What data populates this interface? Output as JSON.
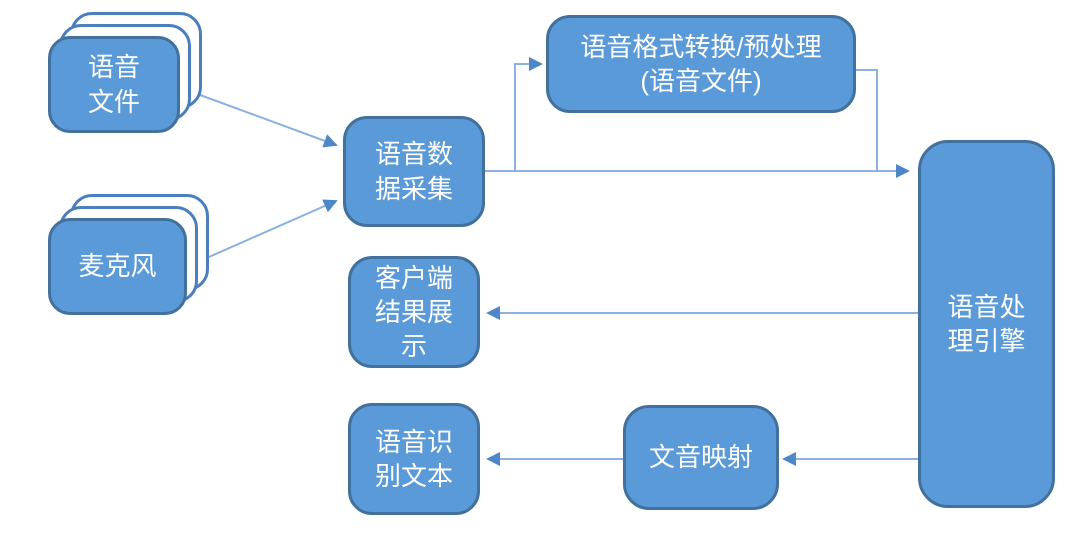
{
  "diagram": {
    "nodes": {
      "voice_files": {
        "label": "语音\n文件"
      },
      "microphone": {
        "label": "麦克风"
      },
      "collection": {
        "label": "语音数\n据采集"
      },
      "preprocess": {
        "label": "语音格式转换/预处理\n(语音文件)"
      },
      "engine": {
        "label": "语音处\n理引擎"
      },
      "client_display": {
        "label": "客户端\n结果展\n示"
      },
      "recognized_text": {
        "label": "语音识\n别文本"
      },
      "text_voice_mapping": {
        "label": "文音映射"
      }
    },
    "edges": [
      {
        "from": "voice_files",
        "to": "collection"
      },
      {
        "from": "microphone",
        "to": "collection"
      },
      {
        "from": "collection",
        "to": "preprocess"
      },
      {
        "from": "collection",
        "to": "engine"
      },
      {
        "from": "preprocess",
        "to": "engine"
      },
      {
        "from": "engine",
        "to": "client_display"
      },
      {
        "from": "engine",
        "to": "text_voice_mapping"
      },
      {
        "from": "text_voice_mapping",
        "to": "recognized_text"
      }
    ],
    "colors": {
      "node_fill": "#5B9AD8",
      "node_border": "#41719C",
      "stack_outline": "#4A7EBC",
      "connector_line": "#8AB1E0",
      "arrowhead": "#4D87C7",
      "text": "#FFFFFF",
      "background": "#FFFFFF"
    }
  }
}
